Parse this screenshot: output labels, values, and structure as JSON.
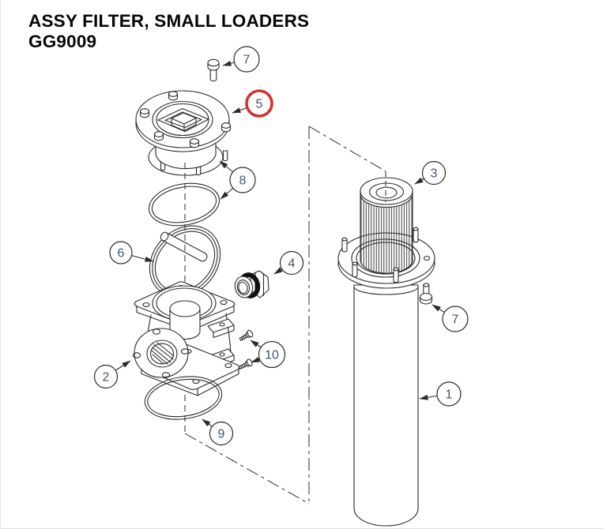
{
  "title": {
    "line1": "ASSY FILTER, SMALL LOADERS",
    "line2": "GG9009"
  },
  "diagram": {
    "colors": {
      "line": "#2b2b2b",
      "callout_digit": "#46536e",
      "highlight_ring": "#cf3434",
      "background": "#ffffff"
    },
    "highlighted_callout": "5",
    "callouts": [
      {
        "number": "7",
        "highlighted": false
      },
      {
        "number": "5",
        "highlighted": true
      },
      {
        "number": "8",
        "highlighted": false
      },
      {
        "number": "6",
        "highlighted": false
      },
      {
        "number": "4",
        "highlighted": false
      },
      {
        "number": "2",
        "highlighted": false
      },
      {
        "number": "10",
        "highlighted": false
      },
      {
        "number": "9",
        "highlighted": false
      },
      {
        "number": "3",
        "highlighted": false
      },
      {
        "number": "7",
        "highlighted": false
      },
      {
        "number": "1",
        "highlighted": false
      }
    ]
  }
}
